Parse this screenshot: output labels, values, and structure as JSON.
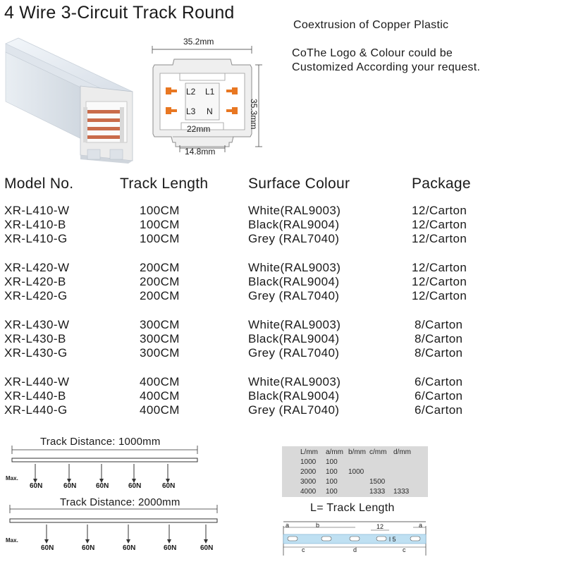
{
  "header": {
    "title": "4 Wire 3-Circuit Track Round",
    "note_material": "Coextrusion of Copper Plastic",
    "note_custom_line1": "CoThe Logo & Colour could be",
    "note_custom_line2": "Customized According your request."
  },
  "profile": {
    "width_top": "35.2mm",
    "height": "35.3mm",
    "inner_width": "22mm",
    "bottom_width": "14.8mm",
    "label_l2": "L2",
    "label_l1": "L1",
    "label_l3": "L3",
    "label_n": "N",
    "contact_color": "#e87722",
    "body_color": "#e6e6e6"
  },
  "table": {
    "headers": [
      "Model No.",
      "Track Length",
      "Surface Colour",
      "Package"
    ],
    "rows": [
      [
        "XR-L410-W",
        "100CM",
        "White(RAL9003)",
        "12/Carton"
      ],
      [
        "XR-L410-B",
        "100CM",
        "Black(RAL9004)",
        "12/Carton"
      ],
      [
        "XR-L410-G",
        "100CM",
        "Grey (RAL7040)",
        "12/Carton"
      ],
      [
        "XR-L420-W",
        "200CM",
        "White(RAL9003)",
        "12/Carton"
      ],
      [
        "XR-L420-B",
        "200CM",
        "Black(RAL9004)",
        "12/Carton"
      ],
      [
        "XR-L420-G",
        "200CM",
        "Grey (RAL7040)",
        "12/Carton"
      ],
      [
        "XR-L430-W",
        "300CM",
        "White(RAL9003)",
        "8/Carton"
      ],
      [
        "XR-L430-B",
        "300CM",
        "Black(RAL9004)",
        "8/Carton"
      ],
      [
        "XR-L430-G",
        "300CM",
        "Grey (RAL7040)",
        "8/Carton"
      ],
      [
        "XR-L440-W",
        "400CM",
        "White(RAL9003)",
        "6/Carton"
      ],
      [
        "XR-L440-B",
        "400CM",
        "Black(RAL9004)",
        "6/Carton"
      ],
      [
        "XR-L440-G",
        "400CM",
        "Grey (RAL7040)",
        "6/Carton"
      ]
    ]
  },
  "load": {
    "diagram1_label": "Track Distance: 1000mm",
    "diagram2_label": "Track Distance: 2000mm",
    "max_label": "Max.",
    "force": "60N"
  },
  "length_table": {
    "headers": [
      "L/mm",
      "a/mm",
      "b/mm",
      "c/mm",
      "d/mm"
    ],
    "rows": [
      [
        "1000",
        "100",
        "",
        "",
        ""
      ],
      [
        "2000",
        "100",
        "1000",
        "",
        ""
      ],
      [
        "3000",
        "100",
        "",
        "1500",
        ""
      ],
      [
        "4000",
        "100",
        "",
        "1333",
        "1333"
      ]
    ],
    "caption": "L= Track Length",
    "dim_a": "a",
    "dim_b": "b",
    "dim_c": "c",
    "dim_d": "d",
    "dim_12": "12",
    "dim_5": "l 5"
  }
}
